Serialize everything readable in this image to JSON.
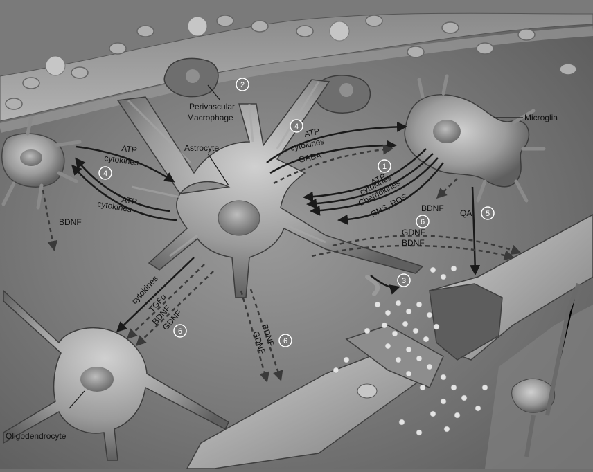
{
  "labels": {
    "perivascular": [
      "Perivascular",
      "Macrophage"
    ],
    "astrocyte": "Astrocyte",
    "microglia": "Microglia",
    "oligodendrocyte": "Oligodendrocyte",
    "left_top_1": "ATP",
    "left_top_2": "cytokines",
    "left_bot_1": "ATP",
    "left_bot_2": "cytokines",
    "left_bdnf": "BDNF",
    "ast_to_mg_1": "ATP",
    "ast_to_mg_2": "cytokines",
    "ast_to_mg_3": "GABA",
    "mg_to_ast_1": "ATP",
    "mg_to_ast_2": "cytokines",
    "mg_to_ast_3": "Chemokines",
    "mg_to_ast_4": "RNS, ROS",
    "mg_bdnf": "BDNF",
    "qa": "QA",
    "gdnf_1": "GDNF",
    "gdnf_2": "BDNF",
    "olig_1": "cytokines",
    "olig_2": "TGFα",
    "olig_3": "BDNF",
    "olig_4": "GDNF",
    "center_1": "BDNF",
    "center_2": "GDNF"
  },
  "markers": {
    "m1": "1",
    "m2": "2",
    "m3": "3",
    "m4a": "4",
    "m4b": "4",
    "m5": "5",
    "m6a": "6",
    "m6b": "6",
    "m6c": "6"
  }
}
